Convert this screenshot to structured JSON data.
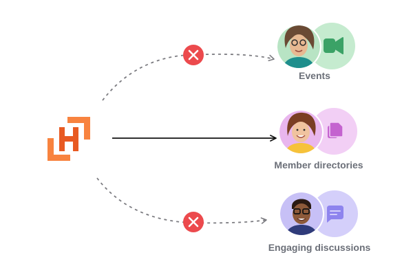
{
  "logo": {
    "name": "H-logo",
    "colors": {
      "dark": "#e85a22",
      "light": "#f8833f"
    }
  },
  "destinations": [
    {
      "id": "events",
      "label": "Events",
      "feature_icon": "video-camera-icon",
      "avatar": "woman-with-glasses-avatar",
      "connection": "blocked",
      "colors": {
        "bubble": "#c5ebcf",
        "icon": "#3ba266",
        "avatar_bg": "#b8e4c4"
      }
    },
    {
      "id": "member-directories",
      "label": "Member directories",
      "feature_icon": "documents-icon",
      "avatar": "woman-smiling-avatar",
      "connection": "direct",
      "colors": {
        "bubble": "#f2cff5",
        "icon": "#c463cf",
        "avatar_bg": "#e9b6ee"
      }
    },
    {
      "id": "engaging-discussions",
      "label": "Engaging discussions",
      "feature_icon": "chat-bubble-icon",
      "avatar": "man-with-glasses-avatar",
      "connection": "blocked",
      "colors": {
        "bubble": "#d4cffa",
        "icon": "#8e84ee",
        "avatar_bg": "#c7c0f6"
      }
    }
  ],
  "colors": {
    "blocked_badge": "#ec4a4d",
    "dashed_line": "#7b7b80",
    "solid_arrow": "#111111",
    "label_text": "#6b6f78"
  }
}
